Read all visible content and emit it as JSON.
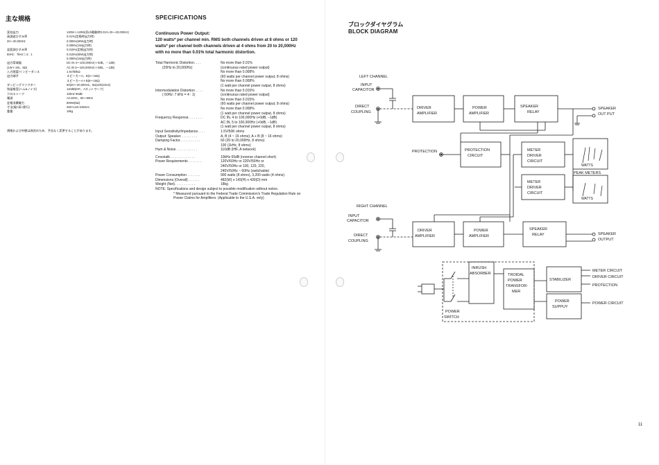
{
  "left_page": {
    "jp_title": "主な規格",
    "jp_specs": [
      {
        "label": "実効出力",
        "value": "120W＋120W(両ch駆動時0.01% 20～20,000Hz)"
      },
      {
        "label": "高調波ひずみ率",
        "value": "0.01%(定格時出力時)"
      },
      {
        "label": "20～20,000Hz",
        "value": "0.008%(60W出力時)"
      },
      {
        "label": "",
        "value": "0.008%(1W出力時)"
      },
      {
        "label": "混変調ひずみ率",
        "value": "0.015%(定格出力時)"
      },
      {
        "label": "60Hz：7kHz＝4：1",
        "value": "0.015%(60W出力時)"
      },
      {
        "label": "",
        "value": "0.008%(1W出力時)"
      },
      {
        "label": "出力帯域幅",
        "value": "DC IN 4～100,000Hz(＋0dB，－1dB)"
      },
      {
        "label": "(1W＋1W，8Ω)",
        "value": "AC IN 5～100,000Hz(＋0dB，－1dB)"
      },
      {
        "label": "入力感度/インピーダンス",
        "value": "1.5V/50kΩ"
      },
      {
        "label": "出力端子",
        "value": "スピーカーA，B(4～16Ω)"
      },
      {
        "label": "",
        "value": "スピーカーA＋B(8～16Ω)"
      },
      {
        "label": "ダンピングファクター",
        "value": "60(20～20,000Hz，8Ω)100(1kHz)"
      },
      {
        "label": "残留雑音(ハム&ノイズ)",
        "value": "110dB(IHF，Aネットワーク)"
      },
      {
        "label": "クロストーク",
        "value": "10kHz 65dB"
      },
      {
        "label": "電源",
        "value": "AC100V，50～60Hz"
      },
      {
        "label": "定格消費電力",
        "value": "900W(8Ω)"
      },
      {
        "label": "寸法(幅×高×奥行)",
        "value": "482×143×430mm"
      },
      {
        "label": "重量",
        "value": "18kg"
      }
    ],
    "jp_note": "規格および外観は改良のため、予告なく変更することがあります。",
    "en_title": "SPECIFICATIONS",
    "cpo_title": "Continuous Power Output:",
    "cpo_text": "120 watts* per channel min. RMS both channels driven at 8 ohms or 120 watts* per channel both channels driven at 4 ohms from 20 to 20,000Hz with no more than 0.01% total harmonic distortion.",
    "thd": {
      "label": "Total Harmonic Distortion. . . .",
      "sub_label": "(20Hz to 20,000Hz)",
      "lines": [
        "No more than 0.01%",
        "(continuous rated power output)",
        "No more than 0.008%",
        "(60 watts per channel power output, 8 ohms)",
        "No more than 0.008%",
        "(1 watt per channel power output, 8 ohms)"
      ]
    },
    "imd": {
      "label": "Intermodulation Distortion . . . .",
      "sub_label": "( 60Hz: 7 kHz = 4 : 1)",
      "lines": [
        "No more than 0.015%",
        "(continuous rated power output)",
        "No more than 0.015%",
        "(60 watts per channel power output, 8 ohms)",
        "No more than 0.008%",
        "(1 watt per channel power output, 8 ohms)"
      ]
    },
    "freq": {
      "label": "Frequency Response. . . . . . . .",
      "lines": [
        "DC IN, 4 to 100,000Hz (+0dB, −1dB)",
        "AC IN, 5 to 100,000Hz (+0dB, −1dB)",
        "(1 watt per channel power output, 8 ohms)"
      ]
    },
    "input": {
      "label": "Input Sensitivity/Impedance. . . .",
      "value": "1.5V/50K ohms"
    },
    "output": {
      "label": "Output:   Speaker. . . . . . . . .",
      "value": "A, B (4 ~ 16 ohms); A + B (8 ~ 16 ohms)"
    },
    "damping": {
      "label": "Damping Factor. . . . . . . . . . .",
      "lines": [
        "60 (20 to 20,000Hz, 8 ohms)",
        "100 (1kHz, 8 ohms)"
      ]
    },
    "hum": {
      "label": "Hum & Noise . . . . . . . . . . .",
      "value": "110dB (IHF, A network)"
    },
    "crosstalk": {
      "label": "Crosstalk . . . . . . . . . . . . .",
      "value": "10kHz 65dB (reverse channel short)"
    },
    "power_req": {
      "label": "Power Requirements . . . . . . .",
      "lines": [
        "120V/60Hz or 220V/50Hz or",
        "240V/50Hz or 100, 120, 220,",
        "240V/50Hz ~ 60Hz (switchable)"
      ]
    },
    "power_cons": {
      "label": "Power Consumption . . . . . . .",
      "value": "900 watts (8 ohms), 3,200 watts (4 ohms)"
    },
    "dimensions": {
      "label": "Dimensions (Overall) . . . . . .",
      "value": "482(W) x 143(H) x 430(D) mm"
    },
    "weight": {
      "label": "Weight (Net). . . . . . . . . . .",
      "value": "18kg"
    },
    "note": "NOTE:  Specifications and design subject to possible modification without notice.",
    "footnote": "* Measured pursuant to the Federal Trade Commission's Trade Regulation Rule on Power Claims for Amplifiers. (Applicable to the U.S.A. only)"
  },
  "right_page": {
    "jp_title": "ブロックダイヤグラム",
    "en_title": "BLOCK DIAGRAM",
    "labels": {
      "left_channel": "LEFT CHANNEL",
      "right_channel": "RIGHT CHANNEL",
      "input": "INPUT",
      "capacitor": "CAPACITOR",
      "direct": "DIRECT",
      "coupling": "COUPLING",
      "protection": "PROTECTION",
      "peak_meters": "PEAK METERS",
      "watts": "WATTS",
      "speaker": "SPEAKER",
      "out_put": "OUT PUT",
      "output": "OUTPUT",
      "power": "POWER",
      "switch": "SWITCH",
      "meter_circuit": "METER CIRCUIT",
      "driver_circuit": "DRIVER CIRCUIT",
      "power_circuit": "POWER CIRCUIT"
    },
    "blocks": {
      "driver_amp": [
        "DRIVER",
        "AMPLIFIER"
      ],
      "power_amp": [
        "POWER",
        "AMPLIFIER"
      ],
      "speaker_relay": [
        "SPEAKER",
        "RELAY"
      ],
      "protection_circuit": [
        "PROTECTION",
        "CIRCUIT"
      ],
      "meter_driver": [
        "METER",
        "DRIVER",
        "CIRCUIT"
      ],
      "inrush": [
        "INRUSH",
        "ABSORBER"
      ],
      "toroidal": [
        "TROIDAL",
        "POWER",
        "TRANSFOR-",
        "MER"
      ],
      "stabilizer": [
        "STABILIZER"
      ],
      "power_supply": [
        "POWER",
        "SUPPUY"
      ]
    },
    "page_number": "11"
  }
}
